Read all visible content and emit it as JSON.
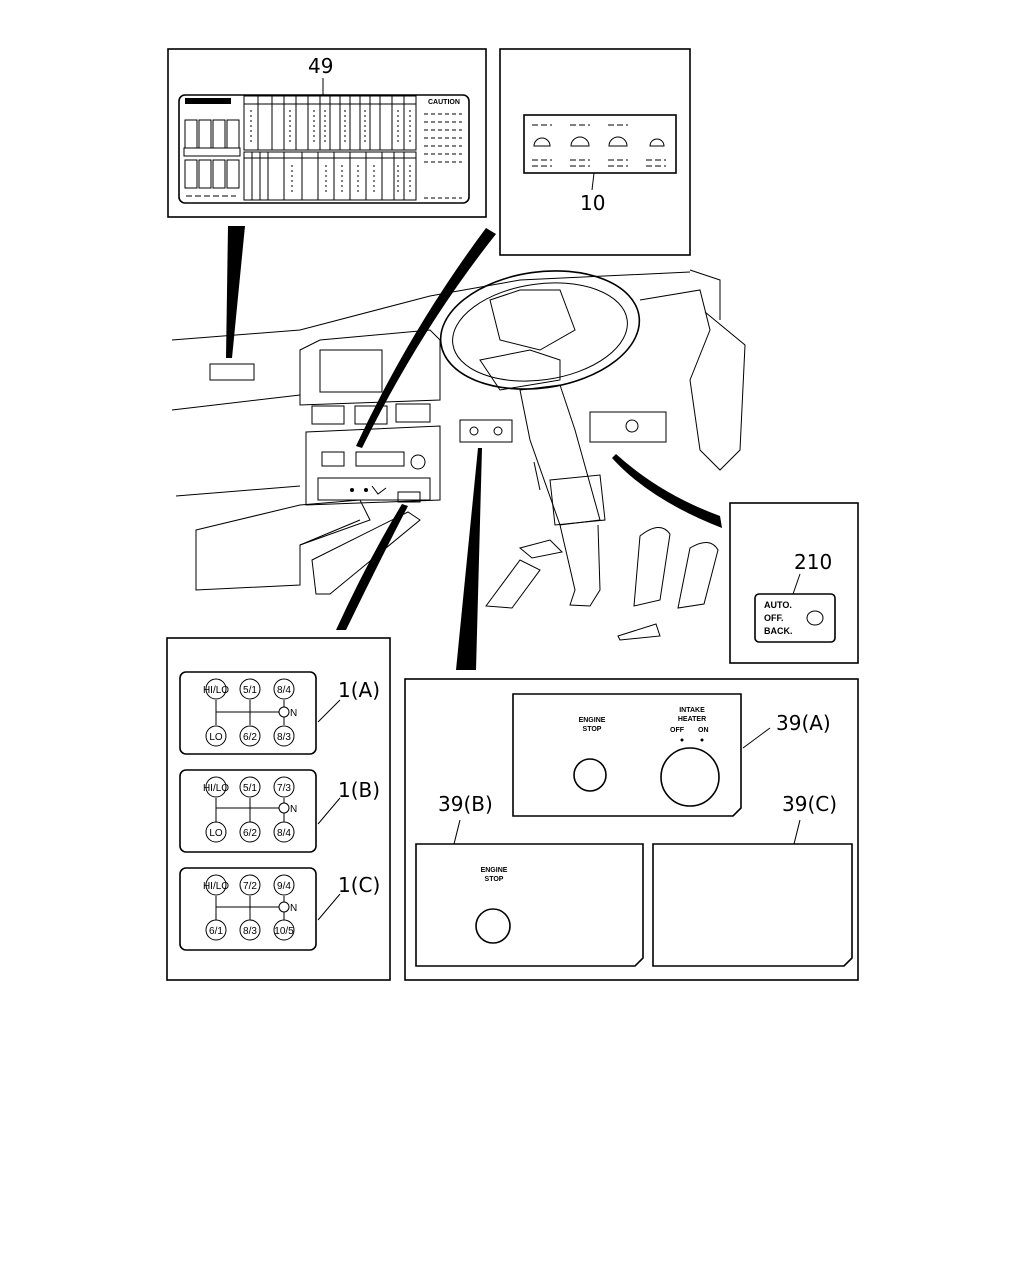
{
  "callouts": {
    "c49": "49",
    "c10": "10",
    "c210": "210",
    "c1a": "1(A)",
    "c1b": "1(B)",
    "c1c": "1(C)",
    "c39a": "39(A)",
    "c39b": "39(B)",
    "c39c": "39(C)"
  },
  "label49": {
    "caution": "CAUTION"
  },
  "label210": {
    "auto": "AUTO.",
    "off": "OFF.",
    "back": "BACK."
  },
  "panel39a": {
    "engine_stop": [
      "ENGINE",
      "STOP"
    ],
    "intake_heater": [
      "INTAKE",
      "HEATER"
    ],
    "off": "OFF",
    "on": "ON"
  },
  "panel39b": {
    "engine_stop": [
      "ENGINE",
      "STOP"
    ]
  },
  "shift_patterns": {
    "a": {
      "top": [
        "HI/LO",
        "5/1",
        "8/4"
      ],
      "bottom": [
        "LO",
        "6/2",
        "8/3"
      ]
    },
    "b": {
      "top": [
        "HI/LO",
        "5/1",
        "7/3"
      ],
      "bottom": [
        "LO",
        "6/2",
        "8/4"
      ]
    },
    "c": {
      "top": [
        "HI/LO",
        "7/2",
        "9/4"
      ],
      "bottom": [
        "6/1",
        "8/3",
        "10/5"
      ]
    },
    "neutral": "N"
  }
}
